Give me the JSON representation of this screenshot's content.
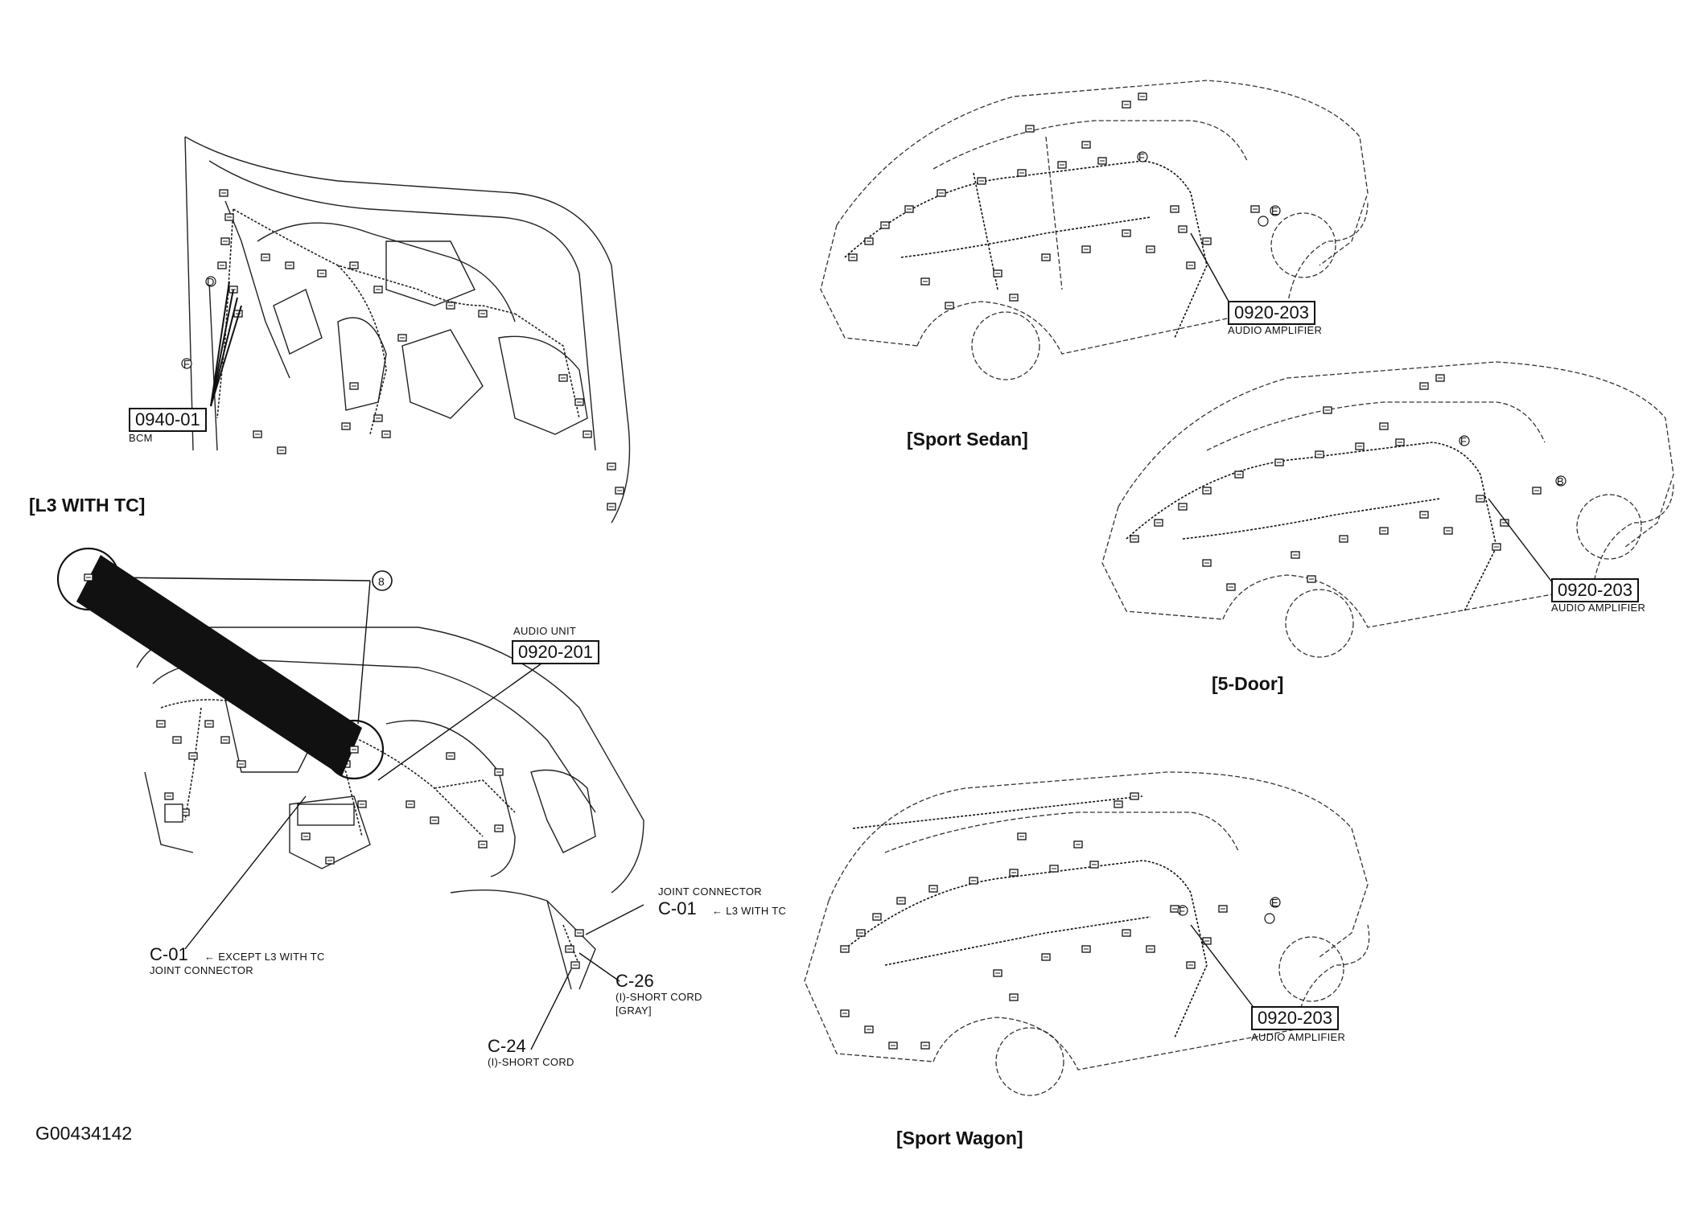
{
  "labels": {
    "l3_bcm_code": "0940-01",
    "l3_bcm_name": "BCM",
    "l3_title": "[L3 WITH TC]",
    "callout_circle": "8",
    "audio_unit_name": "AUDIO UNIT",
    "audio_unit_code": "0920-201",
    "jc_top_name": "JOINT CONNECTOR",
    "jc_top_code": "C-01",
    "jc_top_note": "← L3 WITH TC",
    "jc_left_code": "C-01",
    "jc_left_note": "← EXCEPT L3 WITH TC",
    "jc_left_name": "JOINT CONNECTOR",
    "c26_code": "C-26",
    "c26_desc1": "(I)-SHORT CORD",
    "c26_desc2": "[GRAY]",
    "c24_code": "C-24",
    "c24_desc": "(I)-SHORT CORD",
    "figure_id": "G00434142",
    "sedan_amp_code": "0920-203",
    "sedan_amp_name": "AUDIO AMPLIFIER",
    "sedan_title": "[Sport Sedan]",
    "door5_amp_code": "0920-203",
    "door5_amp_name": "AUDIO AMPLIFIER",
    "door5_title": "[5-Door]",
    "wagon_amp_code": "0920-203",
    "wagon_amp_name": "AUDIO AMPLIFIER",
    "wagon_title": "[Sport Wagon]"
  },
  "markers": {
    "f": "F",
    "d": "D",
    "e": "E",
    "b": "B"
  }
}
